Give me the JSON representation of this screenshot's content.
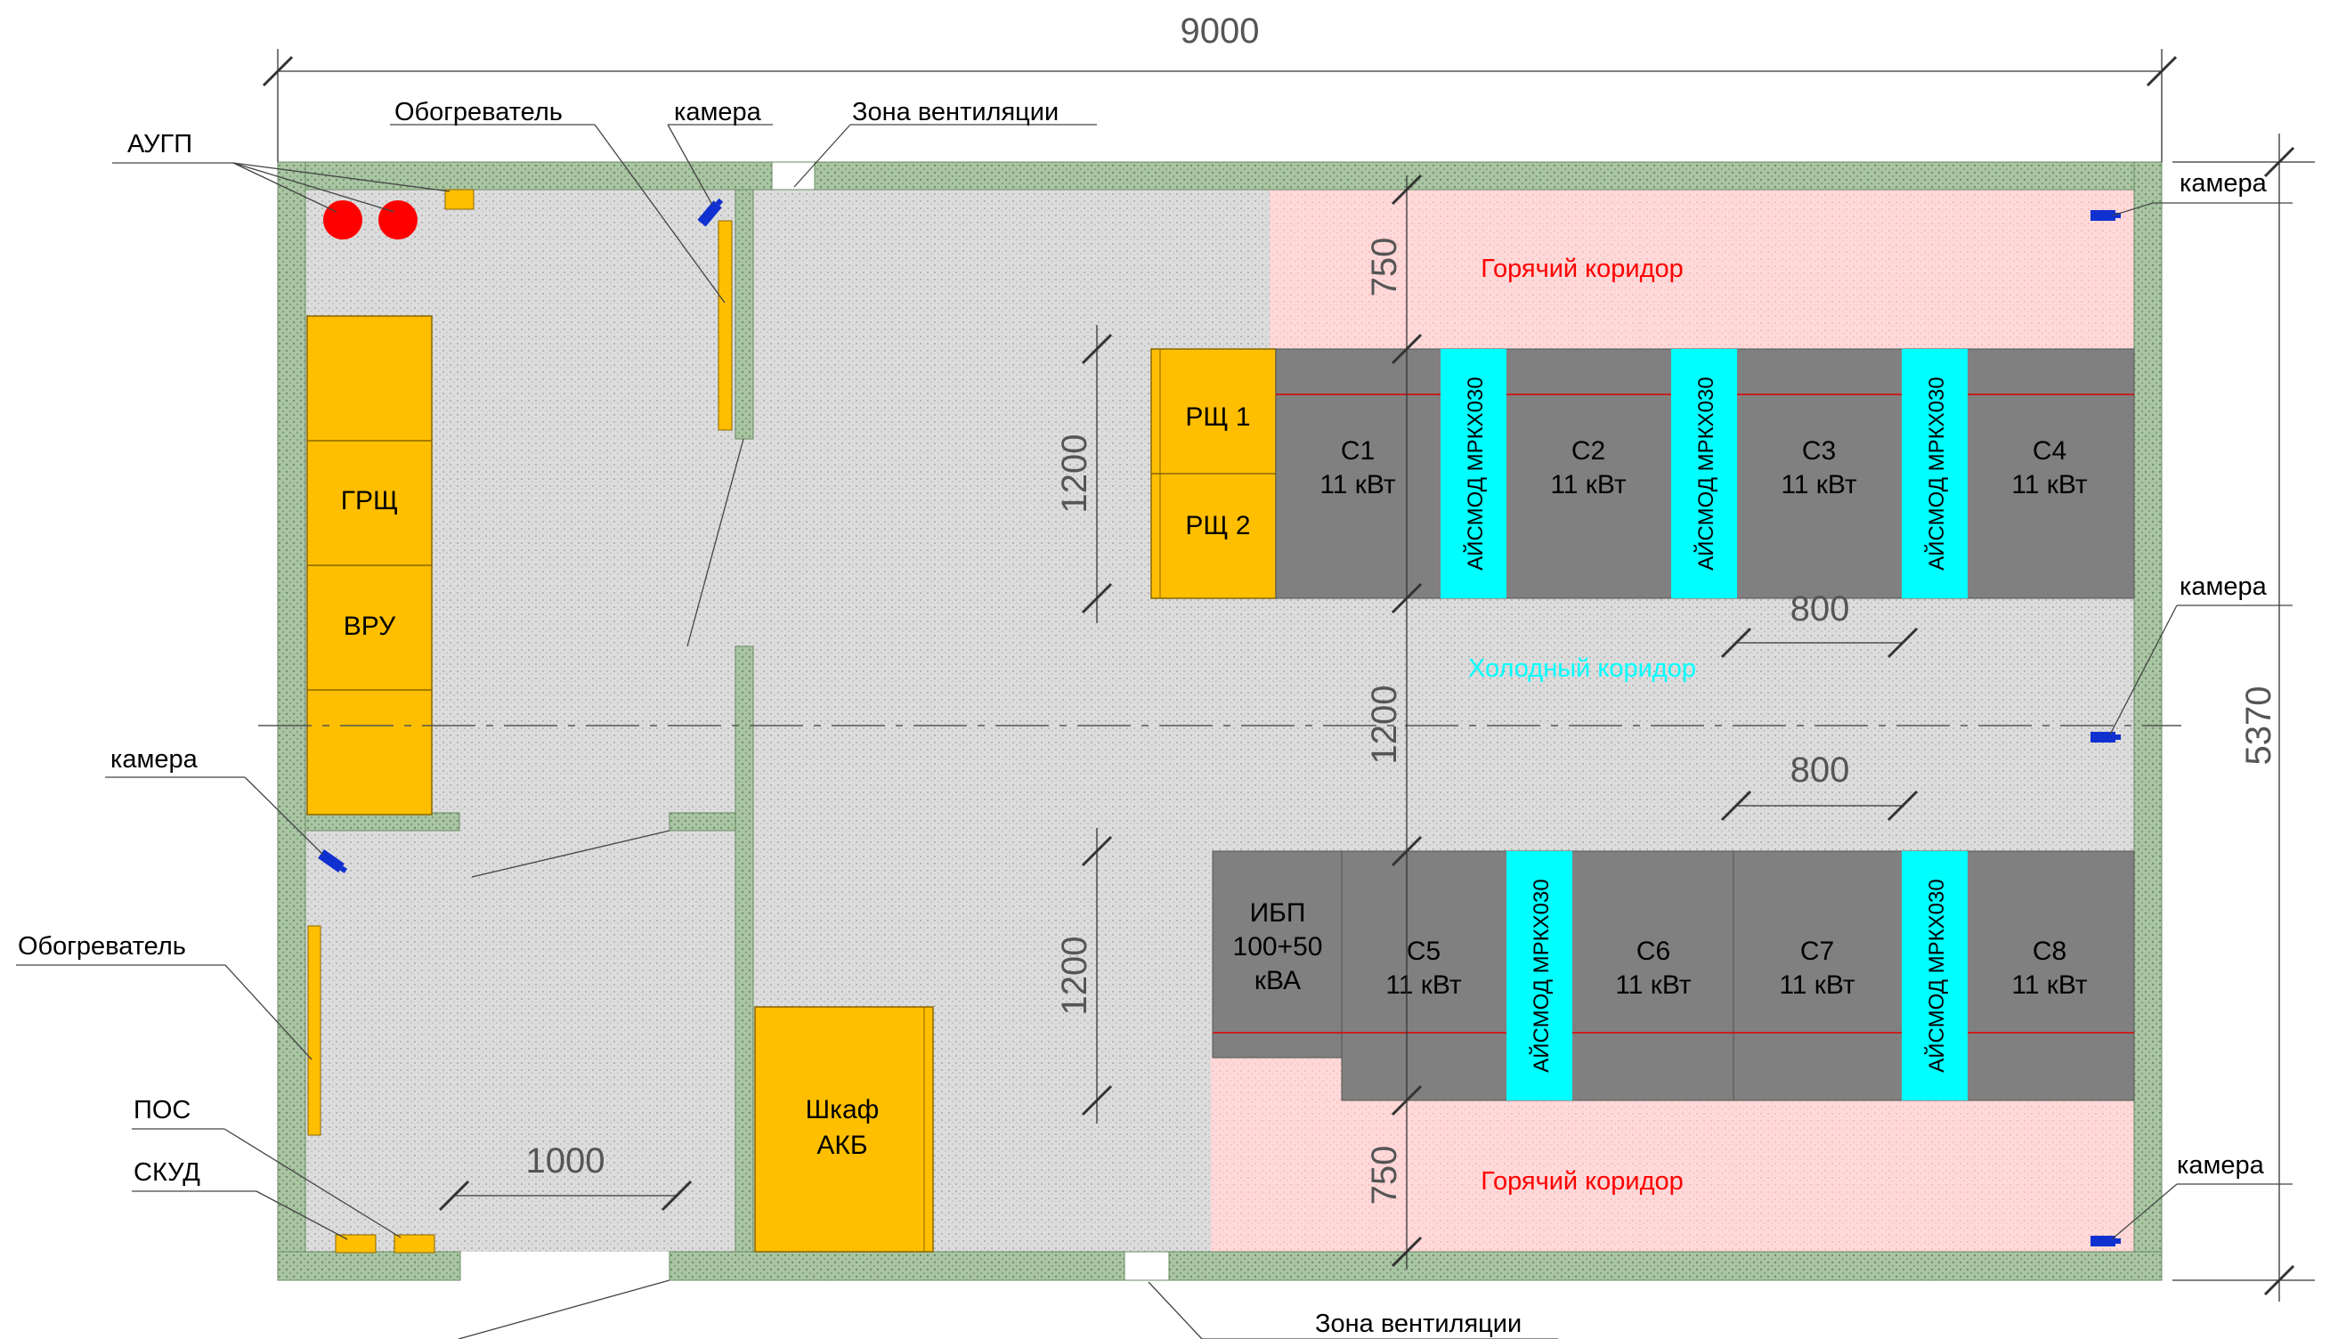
{
  "dimensions": {
    "overall_width": "9000",
    "overall_height": "5370",
    "hot_aisle_top": "750",
    "cabinet_row_top": "1200",
    "cold_aisle": "1200",
    "cabinet_row_bottom": "1200",
    "hot_aisle_bottom": "750",
    "aisle_gap_upper": "800",
    "aisle_gap_lower": "800",
    "door_width": "1000"
  },
  "zones": {
    "hot_corridor_top": "Горячий коридор",
    "hot_corridor_bottom": "Горячий коридор",
    "cold_corridor": "Холодный коридор"
  },
  "equipment": {
    "grsch": "ГРЩ",
    "vru": "ВРУ",
    "rsch1": "РЩ 1",
    "rsch2": "РЩ 2",
    "ups": [
      "ИБП",
      "100+50",
      "кВА"
    ],
    "battery": [
      "Шкаф",
      "АКБ"
    ]
  },
  "cabinets": [
    {
      "name": "С1",
      "power": "11 кВт"
    },
    {
      "name": "С2",
      "power": "11 кВт"
    },
    {
      "name": "С3",
      "power": "11 кВт"
    },
    {
      "name": "С4",
      "power": "11 кВт"
    },
    {
      "name": "С5",
      "power": "11 кВт"
    },
    {
      "name": "С6",
      "power": "11 кВт"
    },
    {
      "name": "С7",
      "power": "11 кВт"
    },
    {
      "name": "С8",
      "power": "11 кВт"
    }
  ],
  "coolers": [
    "АЙСМОД МРКХ030",
    "АЙСМОД МРКХ030",
    "АЙСМОД МРКХ030",
    "АЙСМОД МРКХ030",
    "АЙСМОД МРКХ030"
  ],
  "callouts": {
    "augp": "АУГП",
    "heater_top": "Обогреватель",
    "camera_top": "камера",
    "ventilation_top": "Зона вентиляции",
    "camera_right_top": "камера",
    "camera_right_mid": "камера",
    "camera_left": "камера",
    "heater_left": "Обогреватель",
    "pos": "ПОС",
    "skud": "СКУД",
    "camera_right_bottom": "камера",
    "ventilation_bottom": "Зона вентиляции"
  },
  "colors": {
    "wall": "#a8c4a2",
    "floor": "#dedede",
    "equipment": "#ffbf00",
    "cabinet": "#808080",
    "cooler": "#00ffff",
    "hot": "#ffd6d6",
    "hot_text": "#ff0000",
    "cold_text": "#00ffff",
    "camera": "#1030d0",
    "augp": "#ff0000"
  }
}
